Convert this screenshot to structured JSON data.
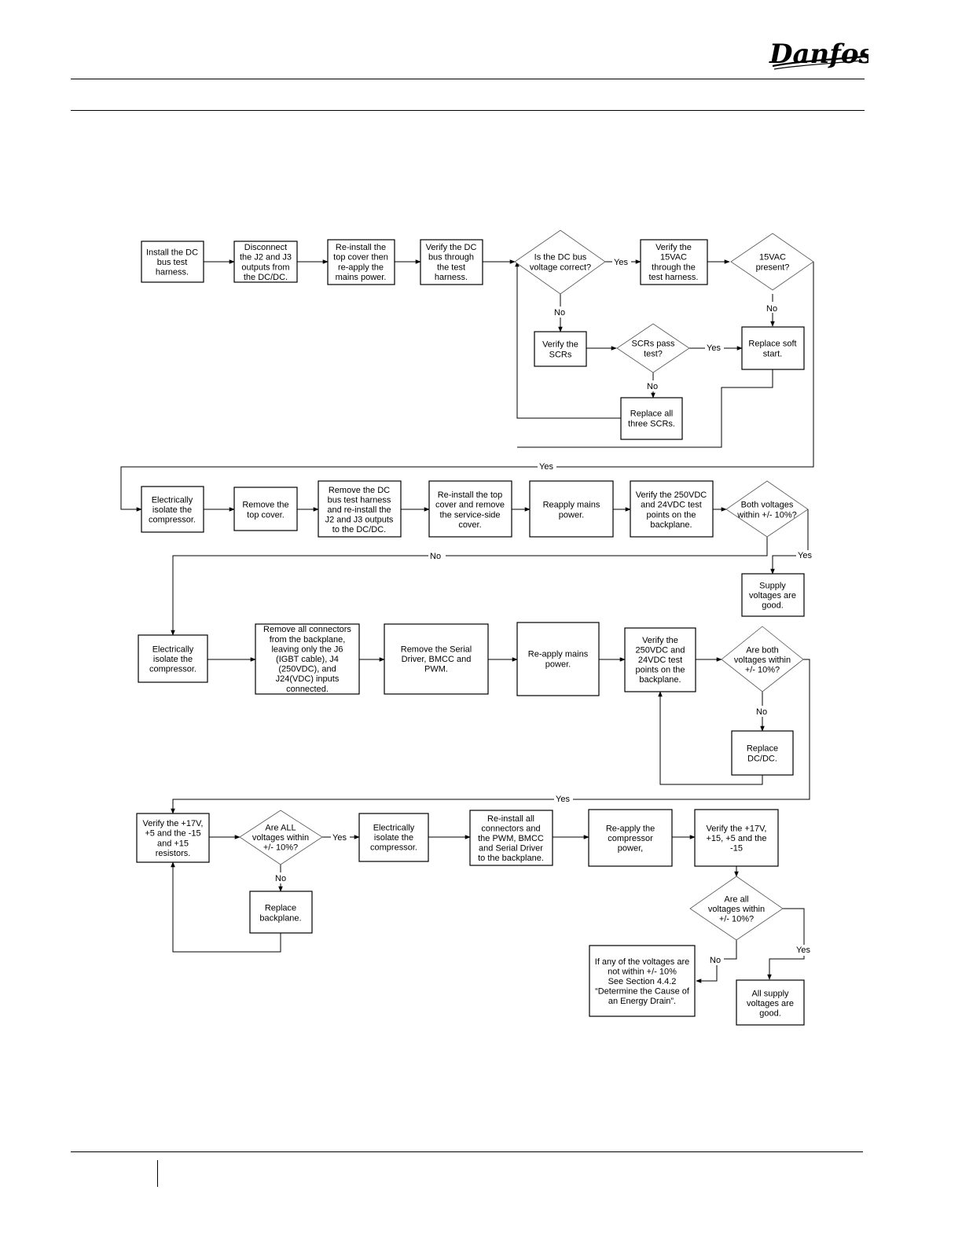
{
  "header": {
    "brand": "Danfoss"
  },
  "flowchart": {
    "nodes": {
      "install_harness": [
        "Install the DC",
        "bus test",
        "harness."
      ],
      "disconnect_j2j3": [
        "Disconnect",
        "the J2 and J3",
        "outputs from",
        "the DC/DC."
      ],
      "reinstall_cover": [
        "Re-install the",
        "top cover then",
        "re-apply the",
        "mains power."
      ],
      "verify_dc_bus": [
        "Verify the DC",
        "bus through",
        "the test",
        "harness."
      ],
      "dc_bus_correct": [
        "Is the DC bus",
        "voltage correct?"
      ],
      "verify_15vac": [
        "Verify the",
        "15VAC",
        "through the",
        "test harness."
      ],
      "vac_present": [
        "15VAC",
        "present?"
      ],
      "verify_scrs": [
        "Verify the",
        "SCRs"
      ],
      "scrs_pass": [
        "SCRs pass",
        "test?"
      ],
      "replace_soft_start": [
        "Replace soft",
        "start."
      ],
      "replace_scrs": [
        "Replace all",
        "three SCRs."
      ],
      "isolate_1": [
        "Electrically",
        "isolate the",
        "compressor."
      ],
      "remove_top_cover": [
        "Remove the",
        "top cover."
      ],
      "remove_harness": [
        "Remove the DC",
        "bus test harness",
        "and re-install the",
        "J2 and J3 outputs",
        "to the DC/DC."
      ],
      "reinstall_top_cover": [
        "Re-install the top",
        "cover and remove",
        "the service-side",
        "cover."
      ],
      "reapply_mains_1": [
        "Reapply mains",
        "power."
      ],
      "verify_250_1": [
        "Verify the 250VDC",
        "and 24VDC test",
        "points on the",
        "backplane."
      ],
      "both_within": [
        "Both voltages",
        "within +/- 10%?"
      ],
      "supply_good_1": [
        "Supply",
        "voltages are",
        "good."
      ],
      "isolate_2": [
        "Electrically",
        "isolate the",
        "compressor."
      ],
      "remove_connectors": [
        "Remove all connectors",
        "from the backplane,",
        "leaving only the J6",
        "(IGBT cable), J4",
        "(250VDC), and",
        "J24(VDC) inputs",
        "connected."
      ],
      "remove_serial": [
        "Remove the Serial",
        "Driver, BMCC and",
        "PWM."
      ],
      "reapply_mains_2": [
        "Re-apply mains",
        "power."
      ],
      "verify_250_2": [
        "Verify the",
        "250VDC and",
        "24VDC test",
        "points on the",
        "backplane."
      ],
      "are_both_within": [
        "Are both",
        "voltages within",
        "+/- 10%?"
      ],
      "replace_dcdc": [
        "Replace",
        "DC/DC."
      ],
      "verify_17v_1": [
        "Verify the +17V,",
        "+5 and the -15",
        "and +15",
        "resistors."
      ],
      "all_within_1": [
        "Are ALL",
        "voltages within",
        "+/- 10%?"
      ],
      "isolate_3": [
        "Electrically",
        "isolate the",
        "compressor."
      ],
      "reinstall_all": [
        "Re-install all",
        "connectors and",
        "the PWM, BMCC",
        "and Serial Driver",
        "to the backplane."
      ],
      "reapply_compressor": [
        "Re-apply the",
        "compressor",
        "power,"
      ],
      "verify_17v_2": [
        "Verify the +17V,",
        "+15, +5 and the",
        "-15"
      ],
      "replace_backplane": [
        "Replace",
        "backplane."
      ],
      "all_within_2": [
        "Are all",
        "voltages within",
        "+/- 10%?"
      ],
      "energy_drain": [
        "If any of the voltages are",
        "not within +/- 10%",
        "See Section 4.4.2",
        "“Determine the Cause of",
        "an Energy Drain”."
      ],
      "supply_good_2": [
        "All supply",
        "voltages are",
        "good."
      ]
    },
    "labels": {
      "yes": "Yes",
      "no": "No"
    }
  }
}
